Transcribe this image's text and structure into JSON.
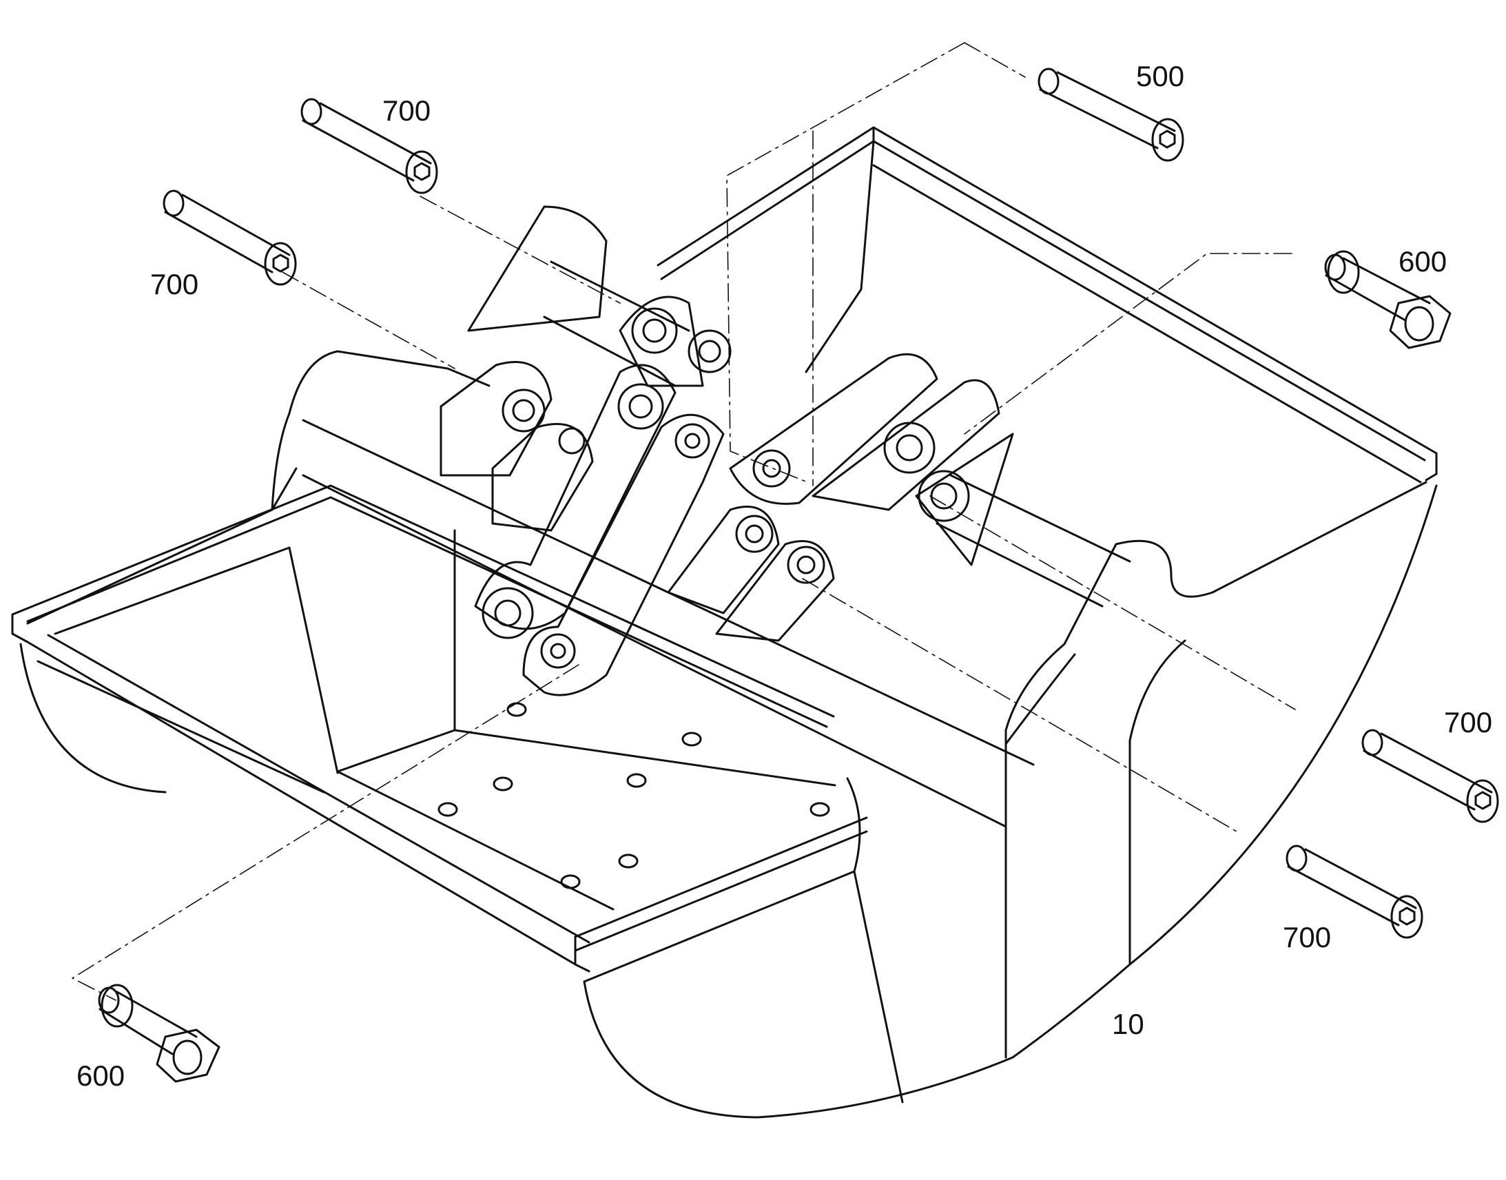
{
  "labels": {
    "bucket": "10",
    "pin_top_right": "500",
    "pin_upper_left_1": "700",
    "pin_upper_left_2": "700",
    "pin_right_upper": "700",
    "pin_right_lower": "700",
    "lock_pin_right": "600",
    "lock_pin_left": "600"
  },
  "colors": {
    "line": "#111111",
    "background": "#ffffff"
  }
}
